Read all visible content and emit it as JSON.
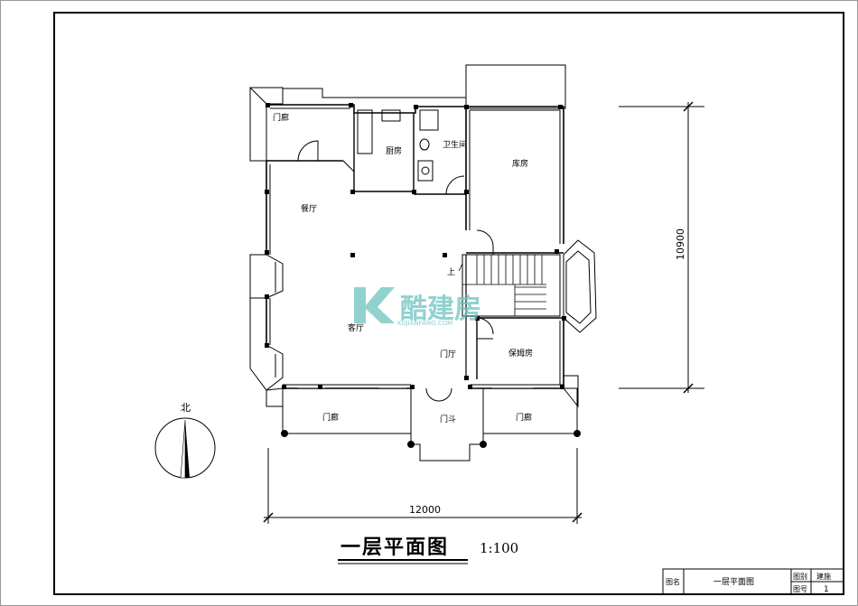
{
  "rooms": {
    "porch_nw": "门廊",
    "kitchen": "厨房",
    "bathroom": "卫生间",
    "garage": "库房",
    "dining": "餐厅",
    "living": "客厅",
    "foyer": "门厅",
    "nanny": "保姆房",
    "porch_sw": "门廊",
    "vestibule": "门斗",
    "porch_se": "门廊",
    "stair_up": "上"
  },
  "compass": {
    "north": "北"
  },
  "dimensions": {
    "width": "12000",
    "depth": "10900"
  },
  "title": {
    "text": "一层平面图",
    "scale": "1:100"
  },
  "title_block": {
    "name_label": "图名",
    "name_value": "一层平面图",
    "category_label": "图别",
    "category_value": "建施",
    "number_label": "图号",
    "number_value": "1"
  },
  "watermark": {
    "brand": "酷建房",
    "url": "KUJIANFANG.COM",
    "logo_letter": "K"
  }
}
